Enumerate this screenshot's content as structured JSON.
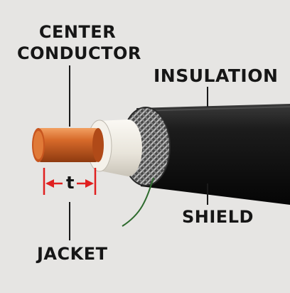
{
  "labels": {
    "center_conductor_line1": "CENTER",
    "center_conductor_line2": "CONDUCTOR",
    "insulation": "INSULATION",
    "shield": "SHIELD",
    "jacket": "JACKET",
    "dimension": "t"
  },
  "colors": {
    "background": "#e6e5e3",
    "conductor": "#c8561f",
    "insulation": "#eeeae2",
    "jacket": "#1b1b1b",
    "braid": "#8a8a8a",
    "dimension": "#e02020",
    "leader": "#1a1a1a",
    "drain_wire": "#2e6b2e"
  }
}
